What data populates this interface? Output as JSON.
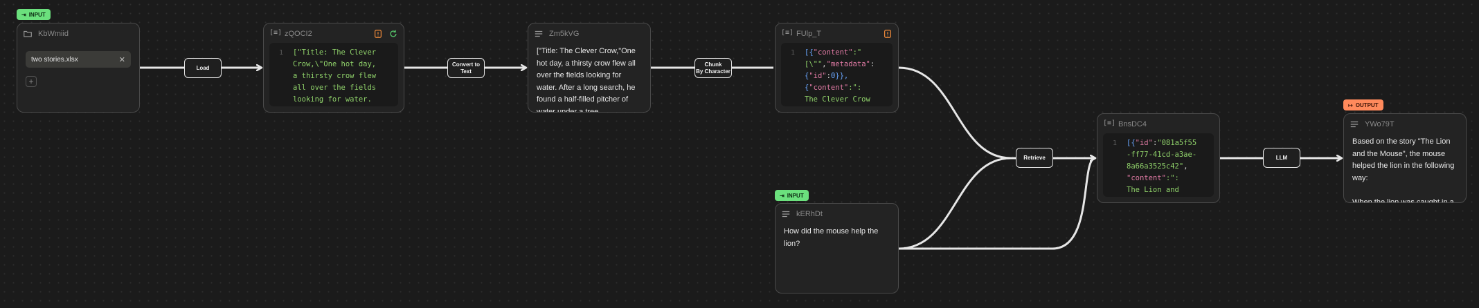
{
  "colors": {
    "background": "#1b1b1b",
    "node_fill": "#232323",
    "node_border": "#4a4a4a",
    "edge": "#e6e6e6",
    "input_badge": "#6be07d",
    "output_badge": "#ff8a5c",
    "code_string": "#8fd16a",
    "code_key": "#e07aa4",
    "code_number": "#6aa7ff"
  },
  "badges": {
    "input": "INPUT",
    "output": "OUTPUT"
  },
  "nodes": {
    "file": {
      "id": "KbWmiid",
      "icon": "folder-icon",
      "file_name": "two stories.xlsx",
      "remove_icon": "close-icon",
      "add_icon": "plus-icon"
    },
    "json1": {
      "id": "zQOCI2",
      "icon": "json-brackets-icon",
      "action_icons": [
        "warning-icon",
        "refresh-icon"
      ],
      "line_number": "1",
      "lines": [
        "[\"Title: The Clever",
        "Crow,\\\"One hot day,",
        "a thirsty crow flew",
        "all over the fields",
        "looking for water."
      ]
    },
    "text1": {
      "id": "Zm5kVG",
      "icon": "text-lines-icon",
      "text": "[\"Title: The Clever Crow,\"One hot day, a thirsty crow flew all over the fields looking for water. After a long search, he found a half-filled pitcher of water under a tree"
    },
    "json2": {
      "id": "FUlp_T",
      "icon": "json-brackets-icon",
      "action_icons": [
        "warning-icon"
      ],
      "line_number": "1",
      "l1_a": "[{",
      "l1_b": "\"content\"",
      "l1_c": ":\"",
      "l2_a": "[\\\"\"",
      "l2_b": ",",
      "l2_c": "\"metadata\"",
      "l2_d": ":",
      "l3_a": "{",
      "l3_b": "\"id\"",
      "l3_c": ":",
      "l3_d": "0",
      "l3_e": "}},",
      "l4_a": "{",
      "l4_b": "\"content\"",
      "l4_c": ":\":",
      "l5": "The Clever Crow"
    },
    "question": {
      "id": "kERhDt",
      "icon": "text-lines-icon",
      "text": "How did the mouse help the lion?"
    },
    "json3": {
      "id": "BnsDC4",
      "icon": "json-brackets-icon",
      "line_number": "1",
      "l1_a": "[{",
      "l1_b": "\"id\"",
      "l1_c": ":",
      "l1_d": "\"081a5f55",
      "l2": "-ff77-41cd-a3ae-",
      "l3": "8a66a3525c42\"",
      "l3_b": ",",
      "l4_a": "\"content\"",
      "l4_b": ":\":",
      "l5": "The Lion and"
    },
    "output": {
      "id": "YWo79T",
      "icon": "text-lines-icon",
      "text": "Based on the story \"The Lion and the Mouse\", the mouse helped the lion in the following way:\n\nWhen the lion was caught in a"
    }
  },
  "edges": {
    "load": "Load",
    "convert_1": "Convert to",
    "convert_2": "Text",
    "chunk_1": "Chunk",
    "chunk_2": "By Character",
    "retrieve": "Retrieve",
    "llm": "LLM"
  }
}
